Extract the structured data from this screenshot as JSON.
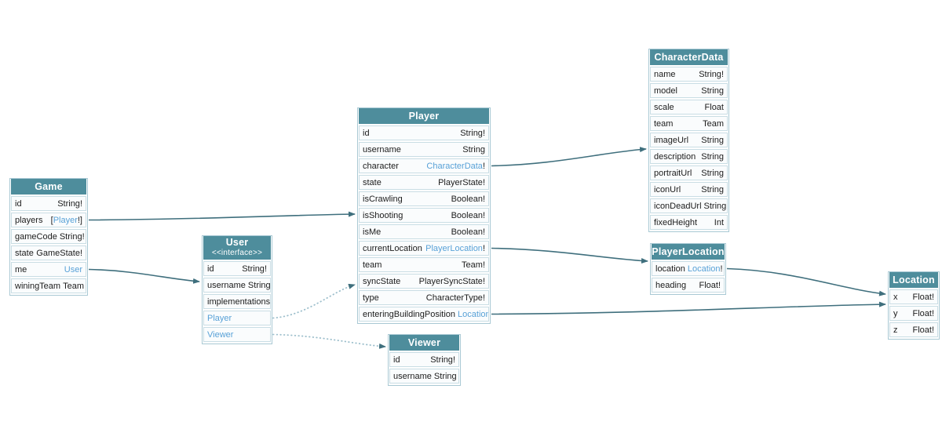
{
  "diagram": {
    "colors": {
      "header_bg": "#4e8d9c",
      "link_text": "#58a1d7",
      "arrow_solid": "#3f6f7d",
      "arrow_dotted": "#9dbfcc",
      "row_bg": "#fafcfd",
      "row_border": "#c9dde4"
    },
    "tables": [
      {
        "title": "Game",
        "fields": [
          {
            "name": "id",
            "type": "String",
            "suffix": "!"
          },
          {
            "name": "players",
            "prefix": "[",
            "type": "Player",
            "suffix": "!]",
            "link": true
          },
          {
            "name": "gameCode",
            "type": "String",
            "suffix": "!"
          },
          {
            "name": "state",
            "type": "GameState",
            "suffix": "!"
          },
          {
            "name": "me",
            "type": "User",
            "link": true
          },
          {
            "name": "winingTeam",
            "type": "Team"
          }
        ]
      },
      {
        "title": "User",
        "subtitle": "<<interface>>",
        "fields": [
          {
            "name": "id",
            "type": "String",
            "suffix": "!"
          },
          {
            "name": "username",
            "type": "String"
          },
          {
            "section": "implementations"
          },
          {
            "impl": "Player",
            "link": true
          },
          {
            "impl": "Viewer",
            "link": true
          }
        ]
      },
      {
        "title": "Player",
        "fields": [
          {
            "name": "id",
            "type": "String",
            "suffix": "!"
          },
          {
            "name": "username",
            "type": "String"
          },
          {
            "name": "character",
            "type": "CharacterData",
            "suffix": "!",
            "link": true
          },
          {
            "name": "state",
            "type": "PlayerState",
            "suffix": "!"
          },
          {
            "name": "isCrawling",
            "type": "Boolean",
            "suffix": "!"
          },
          {
            "name": "isShooting",
            "type": "Boolean",
            "suffix": "!"
          },
          {
            "name": "isMe",
            "type": "Boolean",
            "suffix": "!"
          },
          {
            "name": "currentLocation",
            "type": "PlayerLocation",
            "suffix": "!",
            "link": true
          },
          {
            "name": "team",
            "type": "Team",
            "suffix": "!"
          },
          {
            "name": "syncState",
            "type": "PlayerSyncState",
            "suffix": "!"
          },
          {
            "name": "type",
            "type": "CharacterType",
            "suffix": "!"
          },
          {
            "name": "enteringBuildingPosition",
            "type": "Location",
            "link": true
          }
        ]
      },
      {
        "title": "Viewer",
        "fields": [
          {
            "name": "id",
            "type": "String",
            "suffix": "!"
          },
          {
            "name": "username",
            "type": "String"
          }
        ]
      },
      {
        "title": "CharacterData",
        "fields": [
          {
            "name": "name",
            "type": "String",
            "suffix": "!"
          },
          {
            "name": "model",
            "type": "String"
          },
          {
            "name": "scale",
            "type": "Float"
          },
          {
            "name": "team",
            "type": "Team"
          },
          {
            "name": "imageUrl",
            "type": "String"
          },
          {
            "name": "description",
            "type": "String"
          },
          {
            "name": "portraitUrl",
            "type": "String"
          },
          {
            "name": "iconUrl",
            "type": "String"
          },
          {
            "name": "iconDeadUrl",
            "type": "String"
          },
          {
            "name": "fixedHeight",
            "type": "Int"
          }
        ]
      },
      {
        "title": "PlayerLocation",
        "fields": [
          {
            "name": "location",
            "type": "Location",
            "suffix": "!",
            "link": true
          },
          {
            "name": "heading",
            "type": "Float",
            "suffix": "!"
          }
        ]
      },
      {
        "title": "Location",
        "fields": [
          {
            "name": "x",
            "type": "Float",
            "suffix": "!"
          },
          {
            "name": "y",
            "type": "Float",
            "suffix": "!"
          },
          {
            "name": "z",
            "type": "Float",
            "suffix": "!"
          }
        ]
      }
    ],
    "edges": [
      {
        "from": "Game.players",
        "to": "Player",
        "style": "solid"
      },
      {
        "from": "Game.me",
        "to": "User",
        "style": "solid"
      },
      {
        "from": "Player.character",
        "to": "CharacterData",
        "style": "solid"
      },
      {
        "from": "Player.currentLocation",
        "to": "PlayerLocation",
        "style": "solid"
      },
      {
        "from": "Player.enteringBuildingPosition",
        "to": "Location",
        "style": "solid"
      },
      {
        "from": "PlayerLocation.location",
        "to": "Location",
        "style": "solid"
      },
      {
        "from": "User.Player",
        "to": "Player",
        "style": "dotted"
      },
      {
        "from": "User.Viewer",
        "to": "Viewer",
        "style": "dotted"
      }
    ]
  }
}
